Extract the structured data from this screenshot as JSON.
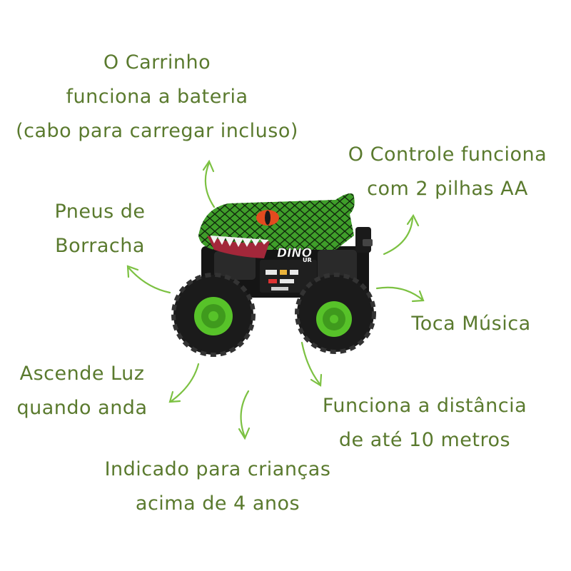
{
  "callouts": {
    "battery": [
      "O Carrinho",
      "funciona a bateria",
      "(cabo para carregar incluso)"
    ],
    "remote": [
      "O Controle funciona",
      "com 2 pilhas AA"
    ],
    "tires": [
      "Pneus de",
      "Borracha"
    ],
    "music": [
      "Toca Música"
    ],
    "light": [
      "Ascende Luz",
      "quando anda"
    ],
    "distance": [
      "Funciona a distância",
      "de até 10 metros"
    ],
    "age": [
      "Indicado para crianças",
      "acima de 4 anos"
    ]
  },
  "product": {
    "logo_text": "DINO",
    "logo_sub": "UR"
  },
  "colors": {
    "text": "#5a7a2e",
    "arrow": "#7cc142",
    "body_green": "#3f9e2a",
    "wheel_green": "#57c229",
    "tire": "#1b1b1b",
    "mouth": "#a3273a"
  }
}
